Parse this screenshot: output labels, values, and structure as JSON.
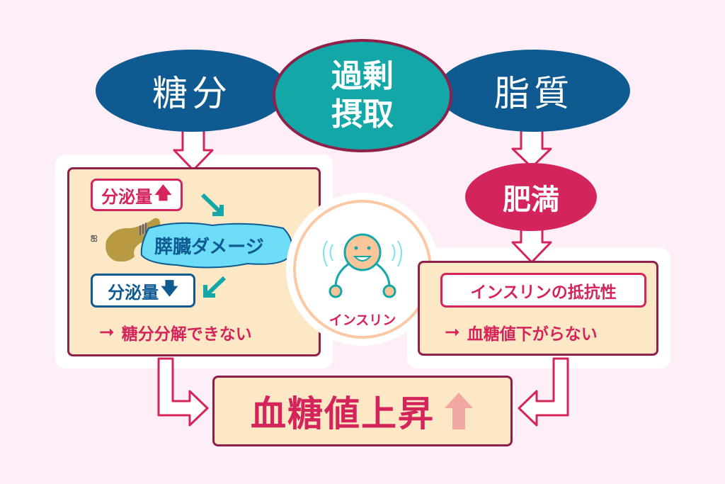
{
  "top": {
    "sugar": "糖分",
    "excess": [
      "過剰",
      "摂取"
    ],
    "fat": "脂質",
    "obesity": "肥満"
  },
  "left_box": {
    "secretion_up": "分泌量",
    "pancreas_damage": "膵臓ダメージ",
    "secretion_down": "分泌量",
    "result": "糖分分解できない"
  },
  "center": {
    "insulin_label": "インスリン"
  },
  "right_box": {
    "resistance": "インスリンの抵抗性",
    "result": "血糖値下がらない"
  },
  "bottom": {
    "result": "血糖値上昇"
  },
  "colors": {
    "navy": "#0e5a91",
    "teal": "#14a7a8",
    "pink": "#d4245c",
    "maroon": "#8e2049",
    "cream": "#fde8c6",
    "background": "#fdeef7"
  }
}
